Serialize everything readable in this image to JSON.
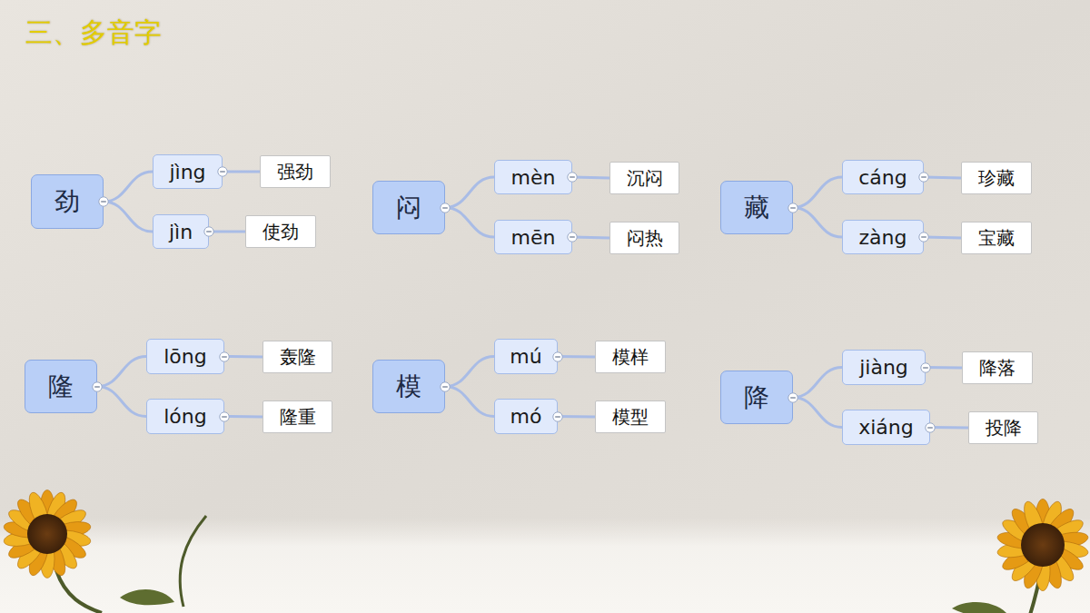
{
  "diagram": {
    "title": "三、多音字",
    "nodes": [
      {
        "text": [
          "劲"
        ]
      },
      {
        "text": [
          "jìng"
        ]
      },
      {
        "text": [
          "强劲"
        ]
      },
      {
        "text": [
          "jìn"
        ]
      },
      {
        "text": [
          "使劲"
        ]
      },
      {
        "text": [
          "闷"
        ]
      },
      {
        "text": [
          "mèn"
        ]
      },
      {
        "text": [
          "沉闷"
        ]
      },
      {
        "text": [
          "mēn"
        ]
      },
      {
        "text": [
          "闷热"
        ]
      },
      {
        "text": [
          "藏"
        ]
      },
      {
        "text": [
          "cáng"
        ]
      },
      {
        "text": [
          "珍藏"
        ]
      },
      {
        "text": [
          "zàng"
        ]
      },
      {
        "text": [
          "宝藏"
        ]
      },
      {
        "text": [
          "隆"
        ]
      },
      {
        "text": [
          "lōng"
        ]
      },
      {
        "text": [
          "轰隆"
        ]
      },
      {
        "text": [
          "lóng"
        ]
      },
      {
        "text": [
          "隆重"
        ]
      },
      {
        "text": [
          "模"
        ]
      },
      {
        "text": [
          "mú"
        ]
      },
      {
        "text": [
          "模样"
        ]
      },
      {
        "text": [
          "mó"
        ]
      },
      {
        "text": [
          "模型"
        ]
      },
      {
        "text": [
          "降"
        ]
      },
      {
        "text": [
          "jiàng"
        ]
      },
      {
        "text": [
          "降落"
        ]
      },
      {
        "text": [
          "xiáng"
        ]
      },
      {
        "text": [
          "投降"
        ]
      }
    ],
    "edges": [
      {
        "from": 0,
        "to": 1,
        "arrow": "none"
      },
      {
        "from": 1,
        "to": 2,
        "arrow": "none"
      },
      {
        "from": 0,
        "to": 3,
        "arrow": "none"
      },
      {
        "from": 3,
        "to": 4,
        "arrow": "none"
      },
      {
        "from": 5,
        "to": 6,
        "arrow": "none"
      },
      {
        "from": 6,
        "to": 7,
        "arrow": "none"
      },
      {
        "from": 5,
        "to": 8,
        "arrow": "none"
      },
      {
        "from": 8,
        "to": 9,
        "arrow": "none"
      },
      {
        "from": 10,
        "to": 11,
        "arrow": "none"
      },
      {
        "from": 11,
        "to": 12,
        "arrow": "none"
      },
      {
        "from": 10,
        "to": 13,
        "arrow": "none"
      },
      {
        "from": 13,
        "to": 14,
        "arrow": "none"
      },
      {
        "from": 15,
        "to": 16,
        "arrow": "none"
      },
      {
        "from": 16,
        "to": 17,
        "arrow": "none"
      },
      {
        "from": 15,
        "to": 18,
        "arrow": "none"
      },
      {
        "from": 18,
        "to": 19,
        "arrow": "none"
      },
      {
        "from": 20,
        "to": 21,
        "arrow": "none"
      },
      {
        "from": 21,
        "to": 22,
        "arrow": "none"
      },
      {
        "from": 20,
        "to": 23,
        "arrow": "none"
      },
      {
        "from": 23,
        "to": 24,
        "arrow": "none"
      },
      {
        "from": 25,
        "to": 26,
        "arrow": "none"
      },
      {
        "from": 26,
        "to": 27,
        "arrow": "none"
      },
      {
        "from": 25,
        "to": 28,
        "arrow": "none"
      },
      {
        "from": 28,
        "to": 29,
        "arrow": "none"
      }
    ]
  }
}
